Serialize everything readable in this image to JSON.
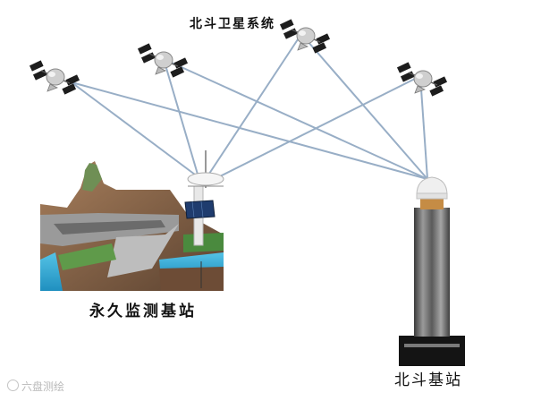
{
  "title": "北斗卫星系统",
  "labels": {
    "permanent_station": "永久监测基站",
    "beidou_station": "北斗基站"
  },
  "watermark": "六盘测绘",
  "colors": {
    "signal_line": "#98aec6",
    "satellite_panel": "#1d1d1d",
    "satellite_body": "#cfcfcf",
    "water": "#3aaed4",
    "grass": "#5f9a4a",
    "rock": "#8a6a52",
    "pillar": "#6e6e6e",
    "pillar_base": "#141414"
  },
  "icons": {
    "satellite": "satellite-icon",
    "gnss_antenna": "gnss-antenna-icon",
    "solar_panel": "solar-panel-icon"
  }
}
